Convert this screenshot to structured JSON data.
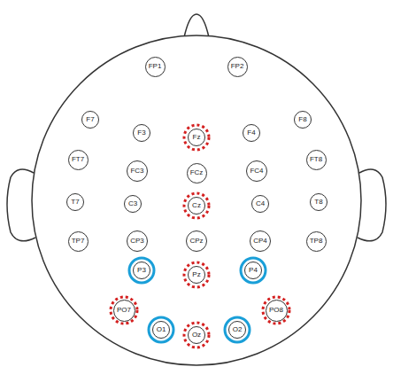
{
  "diagram": {
    "nodes": [
      {
        "text": [
          "FP1"
        ]
      },
      {
        "text": [
          "FP2"
        ]
      },
      {
        "text": [
          "F7"
        ]
      },
      {
        "text": [
          "F3"
        ]
      },
      {
        "text": [
          "Fz"
        ]
      },
      {
        "text": [
          "F4"
        ]
      },
      {
        "text": [
          "F8"
        ]
      },
      {
        "text": [
          "FT7"
        ]
      },
      {
        "text": [
          "FC3"
        ]
      },
      {
        "text": [
          "FCz"
        ]
      },
      {
        "text": [
          "FC4"
        ]
      },
      {
        "text": [
          "FT8"
        ]
      },
      {
        "text": [
          "T7"
        ]
      },
      {
        "text": [
          "C3"
        ]
      },
      {
        "text": [
          "Cz"
        ]
      },
      {
        "text": [
          "C4"
        ]
      },
      {
        "text": [
          "T8"
        ]
      },
      {
        "text": [
          "TP7"
        ]
      },
      {
        "text": [
          "CP3"
        ]
      },
      {
        "text": [
          "CPz"
        ]
      },
      {
        "text": [
          "CP4"
        ]
      },
      {
        "text": [
          "TP8"
        ]
      },
      {
        "text": [
          "P3"
        ]
      },
      {
        "text": [
          "Pz"
        ]
      },
      {
        "text": [
          "P4"
        ]
      },
      {
        "text": [
          "PO7"
        ]
      },
      {
        "text": [
          "PO8"
        ]
      },
      {
        "text": [
          "O1"
        ]
      },
      {
        "text": [
          "Oz"
        ]
      },
      {
        "text": [
          "O2"
        ]
      }
    ]
  }
}
